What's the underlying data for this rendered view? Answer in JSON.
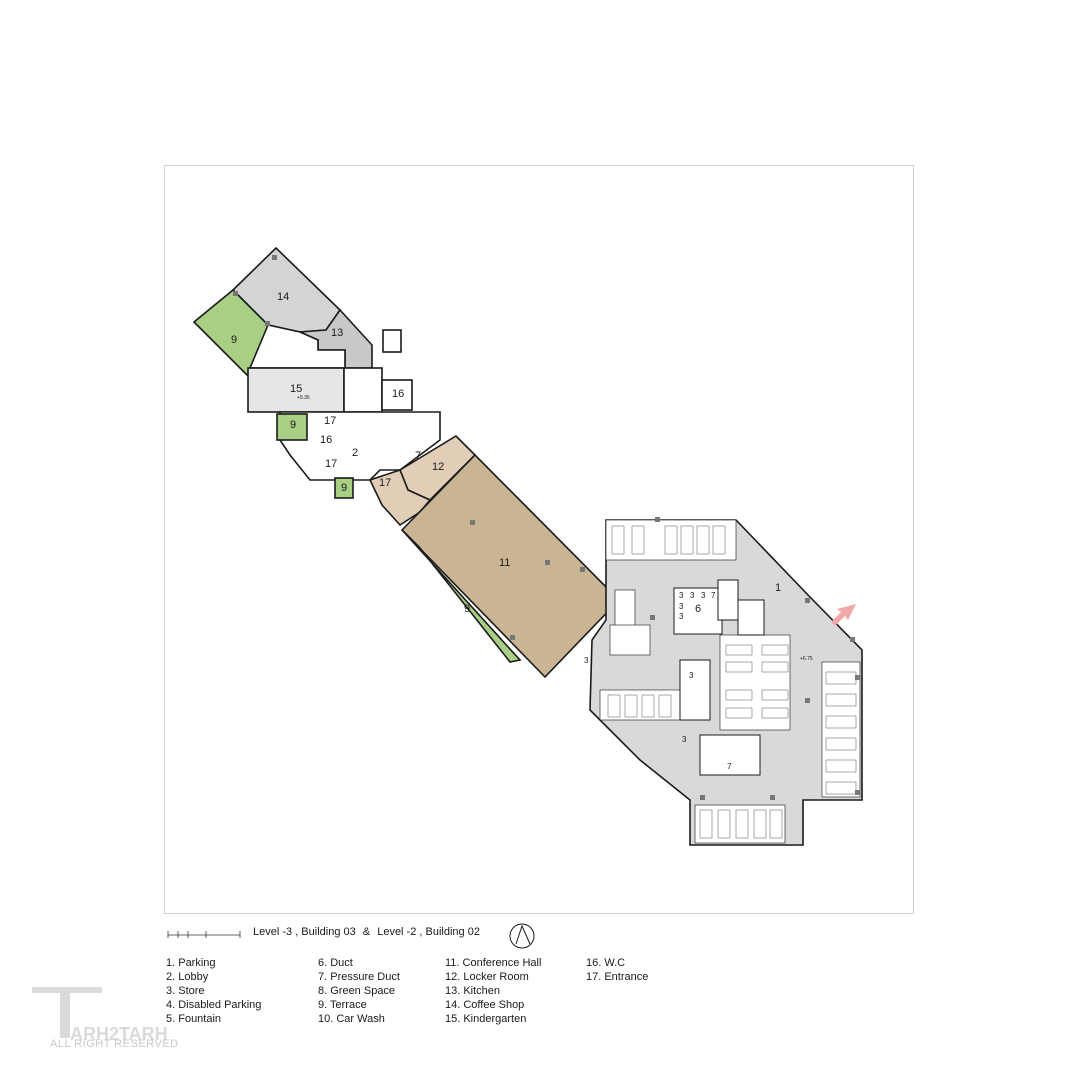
{
  "caption": {
    "part1": "Level -3 , Building 03",
    "amp": "&",
    "part2": "Level -2 , Building 02"
  },
  "room_labels": {
    "n1": "1",
    "n2": "2",
    "n3": "3",
    "n6": "6",
    "n7": "7",
    "n9": "9",
    "n11": "11",
    "n12": "12",
    "n13": "13",
    "n14": "14",
    "n15": "15",
    "n16": "16",
    "n17": "17"
  },
  "levels": {
    "a": "+6.75",
    "b": "+9.35"
  },
  "legend": {
    "col1": [
      "1. Parking",
      "2. Lobby",
      "3. Store",
      "4. Disabled Parking",
      "5. Fountain"
    ],
    "col2": [
      "6. Duct",
      "7. Pressure Duct",
      "8. Green Space",
      "9. Terrace",
      "10. Car Wash"
    ],
    "col3": [
      "11. Conference Hall",
      "12. Locker Room",
      "13. Kitchen",
      "14. Coffee Shop",
      "15. Kindergarten"
    ],
    "col4": [
      "16. W.C",
      "17. Entrance"
    ]
  },
  "watermark": {
    "brand": "ARH2TARH",
    "rights": "ALL RIGHT RESERVED"
  },
  "colors": {
    "conference": "#c9b494",
    "coffee": "#d4d4d4",
    "parking": "#d9d9d9",
    "green": "#a9cf84",
    "locker": "#e2cdb6",
    "entry_arrow": "#f0a8a8"
  }
}
